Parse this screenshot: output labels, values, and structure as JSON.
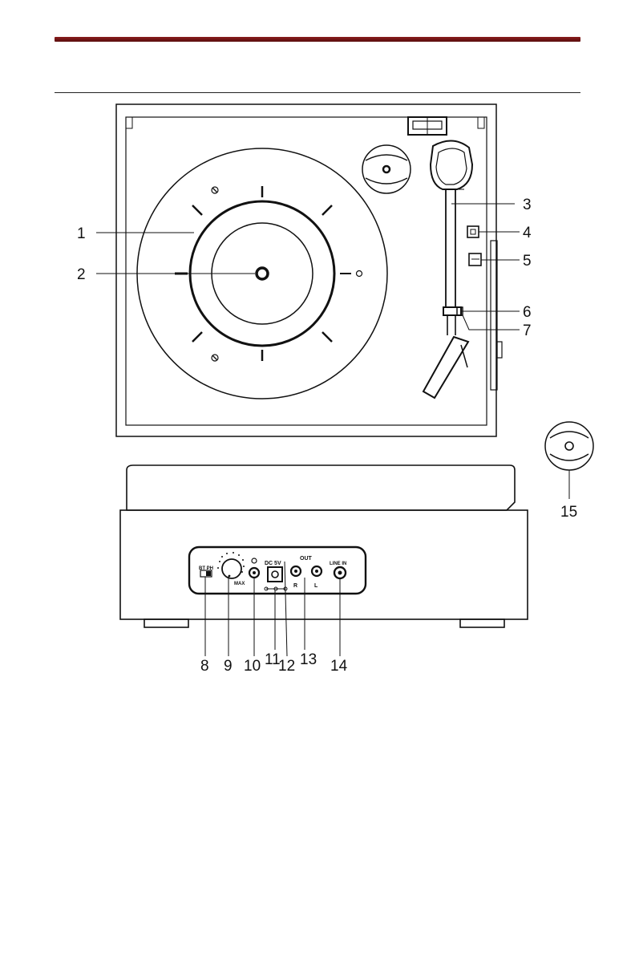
{
  "callouts": {
    "c1": "1",
    "c2": "2",
    "c3": "3",
    "c4": "4",
    "c5": "5",
    "c6": "6",
    "c7": "7",
    "c8": "8",
    "c9": "9",
    "c10": "10",
    "c11": "11",
    "c12": "12",
    "c13": "13",
    "c14": "14",
    "c15": "15"
  },
  "panel_labels": {
    "switch": "BT PH",
    "volume_max": "MAX",
    "dc": "DC 5V",
    "out": "OUT",
    "right": "R",
    "left": "L",
    "line_in": "LINE IN"
  },
  "colors": {
    "header_rule": "#7a1a1a",
    "line": "#111111"
  }
}
